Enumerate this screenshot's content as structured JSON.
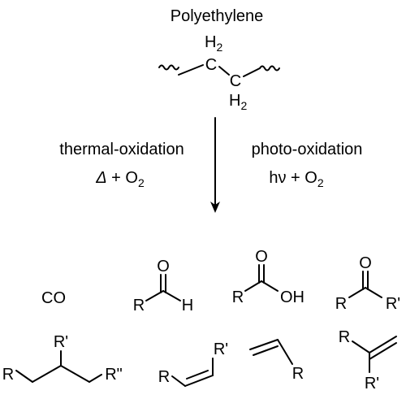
{
  "title": "Polyethylene",
  "monomer": {
    "carbon": "C",
    "h2_top": "H",
    "h2_bottom": "H",
    "subscript": "2"
  },
  "left_condition": {
    "name": "thermal-oxidation",
    "reagent_symbol": "Δ",
    "plus": " + ",
    "oxygen": "O",
    "oxygen_subscript": "2"
  },
  "right_condition": {
    "name": "photo-oxidation",
    "reagent_symbol": "hν",
    "plus": " + ",
    "oxygen": "O",
    "oxygen_subscript": "2"
  },
  "products": {
    "co": "CO",
    "aldehyde": {
      "o": "O",
      "r": "R",
      "h": "H"
    },
    "acid": {
      "o": "O",
      "r": "R",
      "oh": "OH"
    },
    "ketone": {
      "o": "O",
      "r": "R",
      "r2": "R'"
    },
    "branched_alkane": {
      "r": "R",
      "r2": "R'",
      "r3": "R\""
    },
    "internal_alkene": {
      "r": "R",
      "r2": "R'"
    },
    "terminal_alkene": {
      "r": "R"
    },
    "vinylidene": {
      "r": "R",
      "r2": "R'"
    }
  }
}
